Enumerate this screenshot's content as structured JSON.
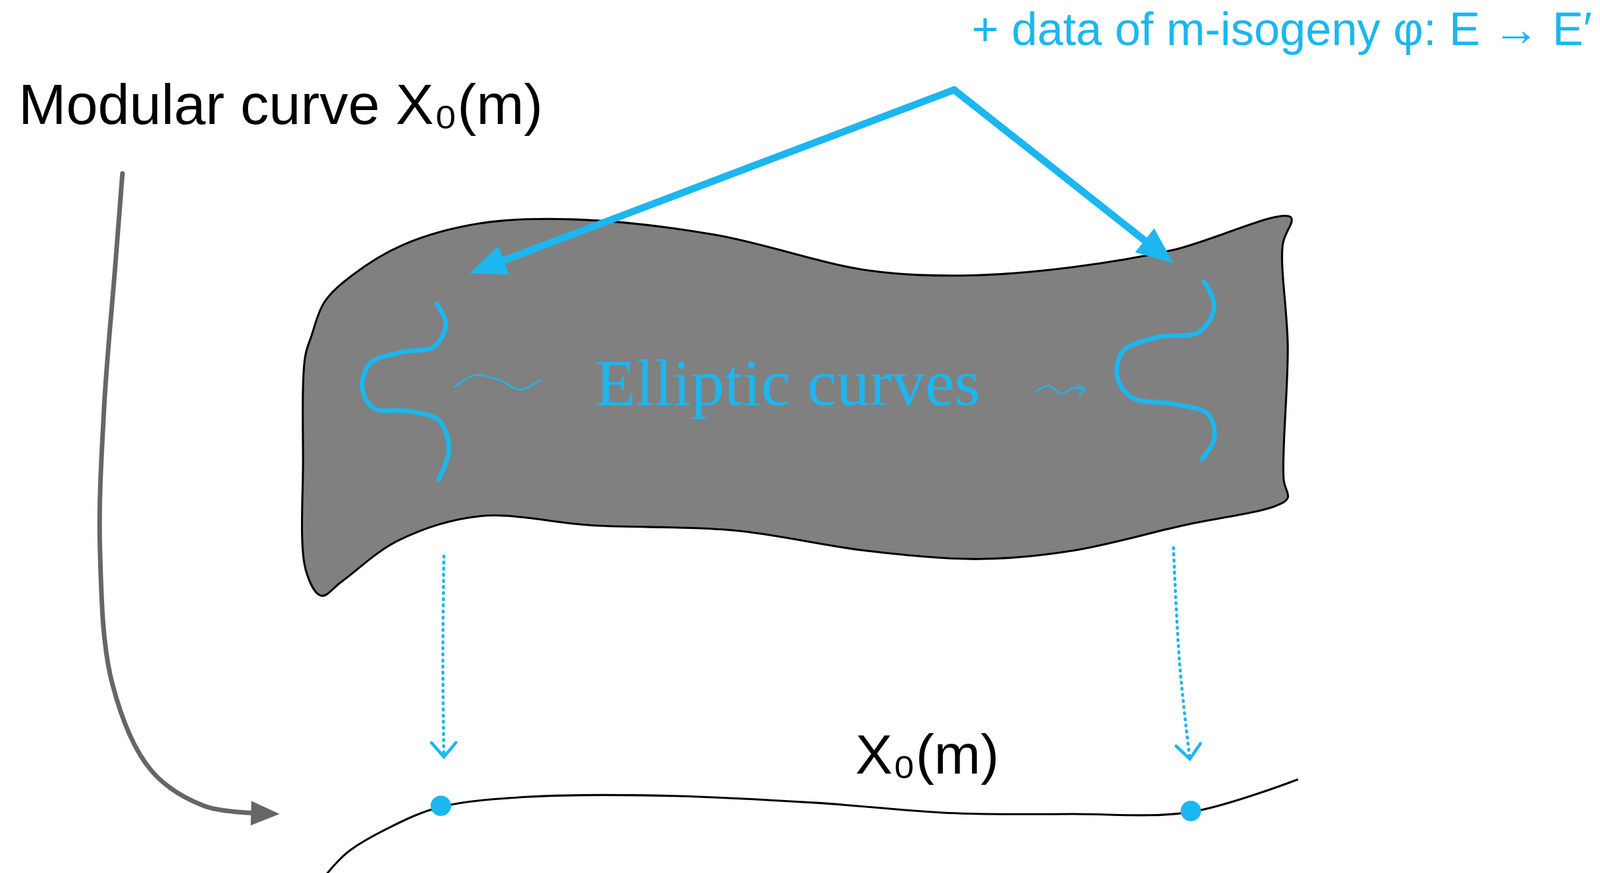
{
  "diagram": {
    "nodes": [
      {
        "text": [
          "Elliptic curves"
        ]
      }
    ],
    "labels": [
      "Modular curve X₀(m)",
      "+ data of m-isogeny φ: E → E′",
      "X₀(m)"
    ]
  }
}
